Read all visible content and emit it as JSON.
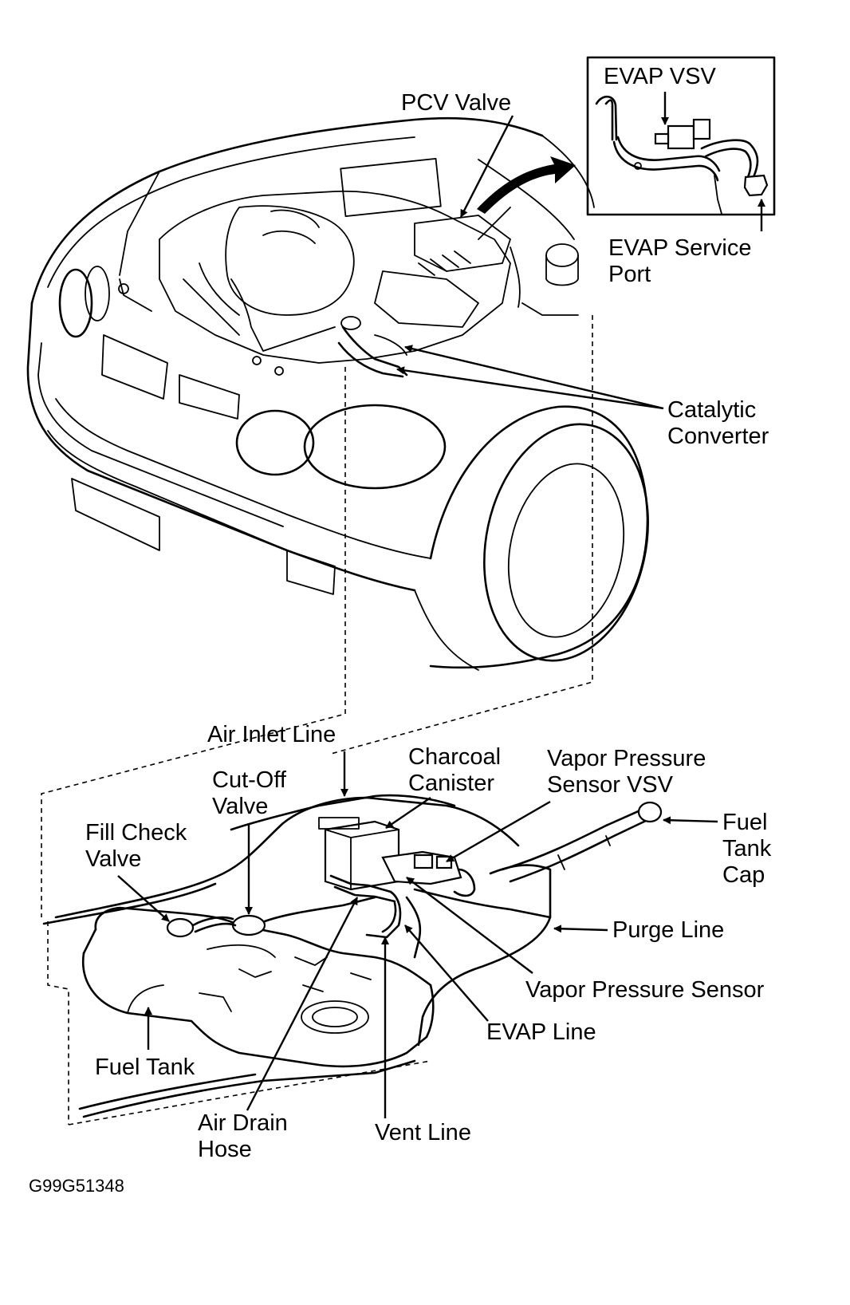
{
  "labels": {
    "evap_vsv": "EVAP VSV",
    "pcv_valve": "PCV Valve",
    "evap_service_port": "EVAP Service\nPort",
    "catalytic_converter": "Catalytic\nConverter",
    "air_inlet_line": "Air Inlet Line",
    "charcoal_canister": "Charcoal\nCanister",
    "vapor_pressure_sensor_vsv": "Vapor Pressure\nSensor VSV",
    "cut_off_valve": "Cut-Off\nValve",
    "fill_check_valve": "Fill Check\nValve",
    "fuel_tank_cap": "Fuel\nTank\nCap",
    "purge_line": "Purge Line",
    "vapor_pressure_sensor": "Vapor Pressure Sensor",
    "evap_line": "EVAP Line",
    "fuel_tank": "Fuel Tank",
    "air_drain_hose": "Air Drain\nHose",
    "vent_line": "Vent Line"
  },
  "figure_id": "G99G51348"
}
